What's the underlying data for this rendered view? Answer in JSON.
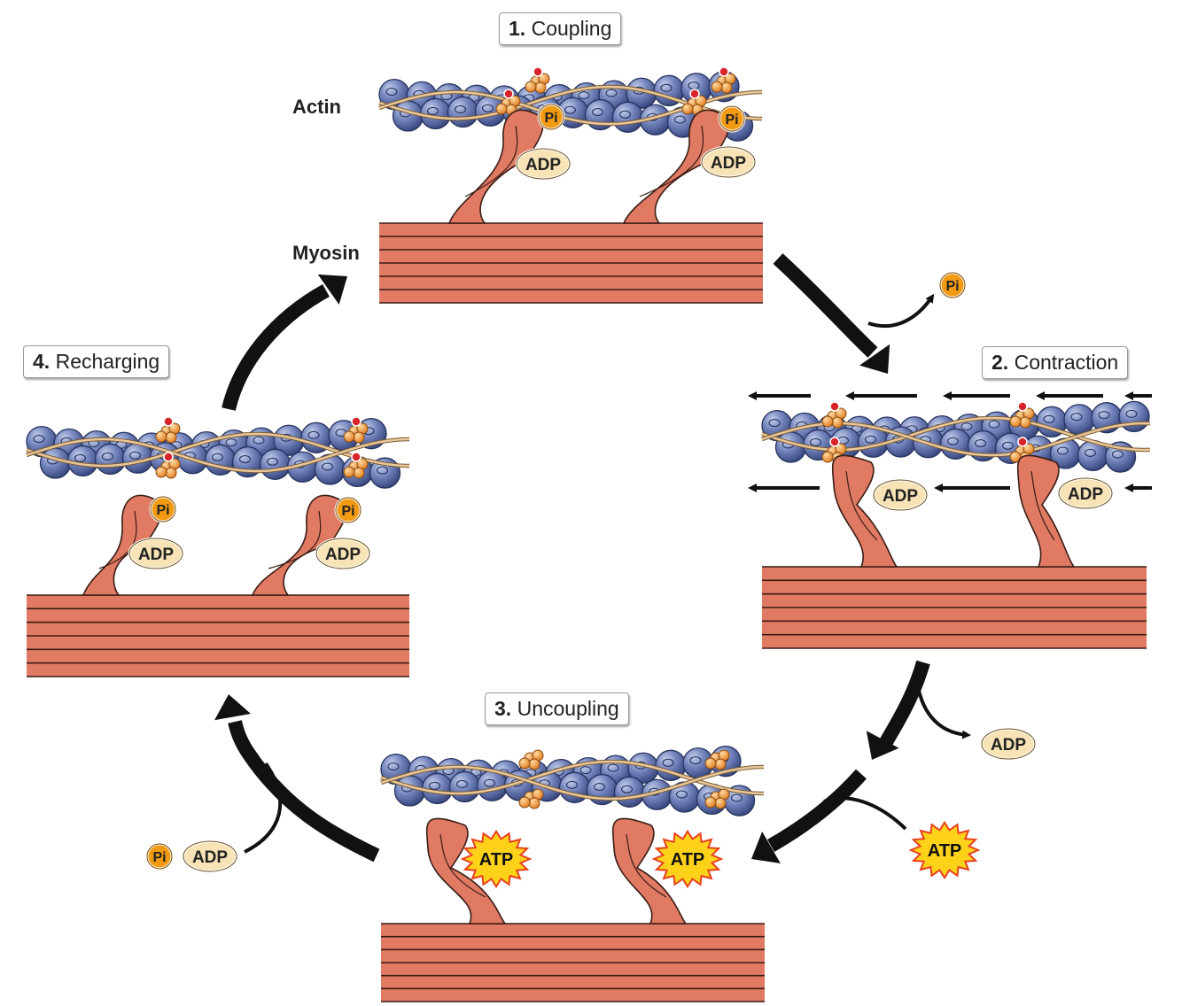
{
  "labels": {
    "actin": "Actin",
    "myosin": "Myosin"
  },
  "stages": [
    {
      "number": "1.",
      "name": "Coupling"
    },
    {
      "number": "2.",
      "name": "Contraction"
    },
    {
      "number": "3.",
      "name": "Uncoupling"
    },
    {
      "number": "4.",
      "name": "Recharging"
    }
  ],
  "molecules": {
    "pi": "Pi",
    "adp": "ADP",
    "atp": "ATP"
  },
  "colors": {
    "myosin_fill": "#e07a63",
    "myosin_line": "#3a1d16",
    "actin_bead": "#5b6fa8",
    "actin_bead_light": "#9fb0d8",
    "tropomyosin": "#e8c89a",
    "pi_fill": "#f29a12",
    "adp_fill": "#f7e3b5",
    "atp_fill": "#ffd21a",
    "atp_edge": "#e8411e",
    "arrow": "#111111"
  }
}
